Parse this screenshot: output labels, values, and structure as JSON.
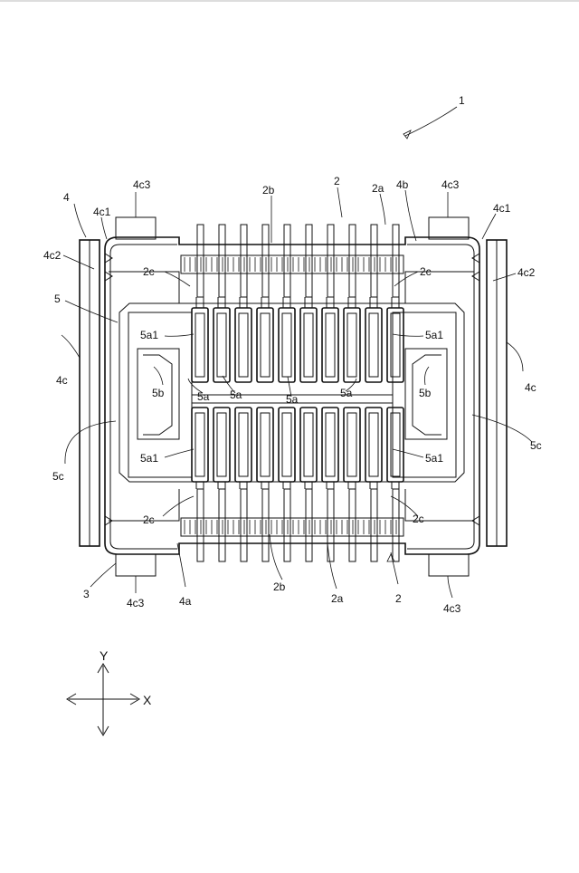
{
  "labels": {
    "assembly": "1",
    "terminal_top": "2",
    "terminal_bottom": "2",
    "terminal_2a_top": "2a",
    "terminal_2a_bottom": "2a",
    "terminal_2b_top": "2b",
    "terminal_2b_bottom": "2b",
    "terminal_2c_tl": "2c",
    "terminal_2c_tr": "2c",
    "terminal_2c_bl": "2c",
    "terminal_2c_br": "2c",
    "housing": "3",
    "frame": "4",
    "frame_4a": "4a",
    "frame_4b": "4b",
    "frame_4c_left": "4c",
    "frame_4c_right": "4c",
    "frame_4c1_left": "4c1",
    "frame_4c1_right": "4c1",
    "frame_4c2_left": "4c2",
    "frame_4c2_right": "4c2",
    "frame_4c3_tl": "4c3",
    "frame_4c3_tr": "4c3",
    "frame_4c3_bl": "4c3",
    "frame_4c3_br": "4c3",
    "insulator": "5",
    "slot_5a_1": "5a",
    "slot_5a_2": "5a",
    "slot_5a_3": "5a",
    "slot_5a_4": "5a",
    "slot_5a1_tl": "5a1",
    "slot_5a1_tr": "5a1",
    "slot_5a1_bl": "5a1",
    "slot_5a1_br": "5a1",
    "boss_left": "5b",
    "boss_right": "5b",
    "wall_left": "5c",
    "wall_right": "5c"
  },
  "axes": {
    "y_label": "Y",
    "x_label": "X"
  }
}
